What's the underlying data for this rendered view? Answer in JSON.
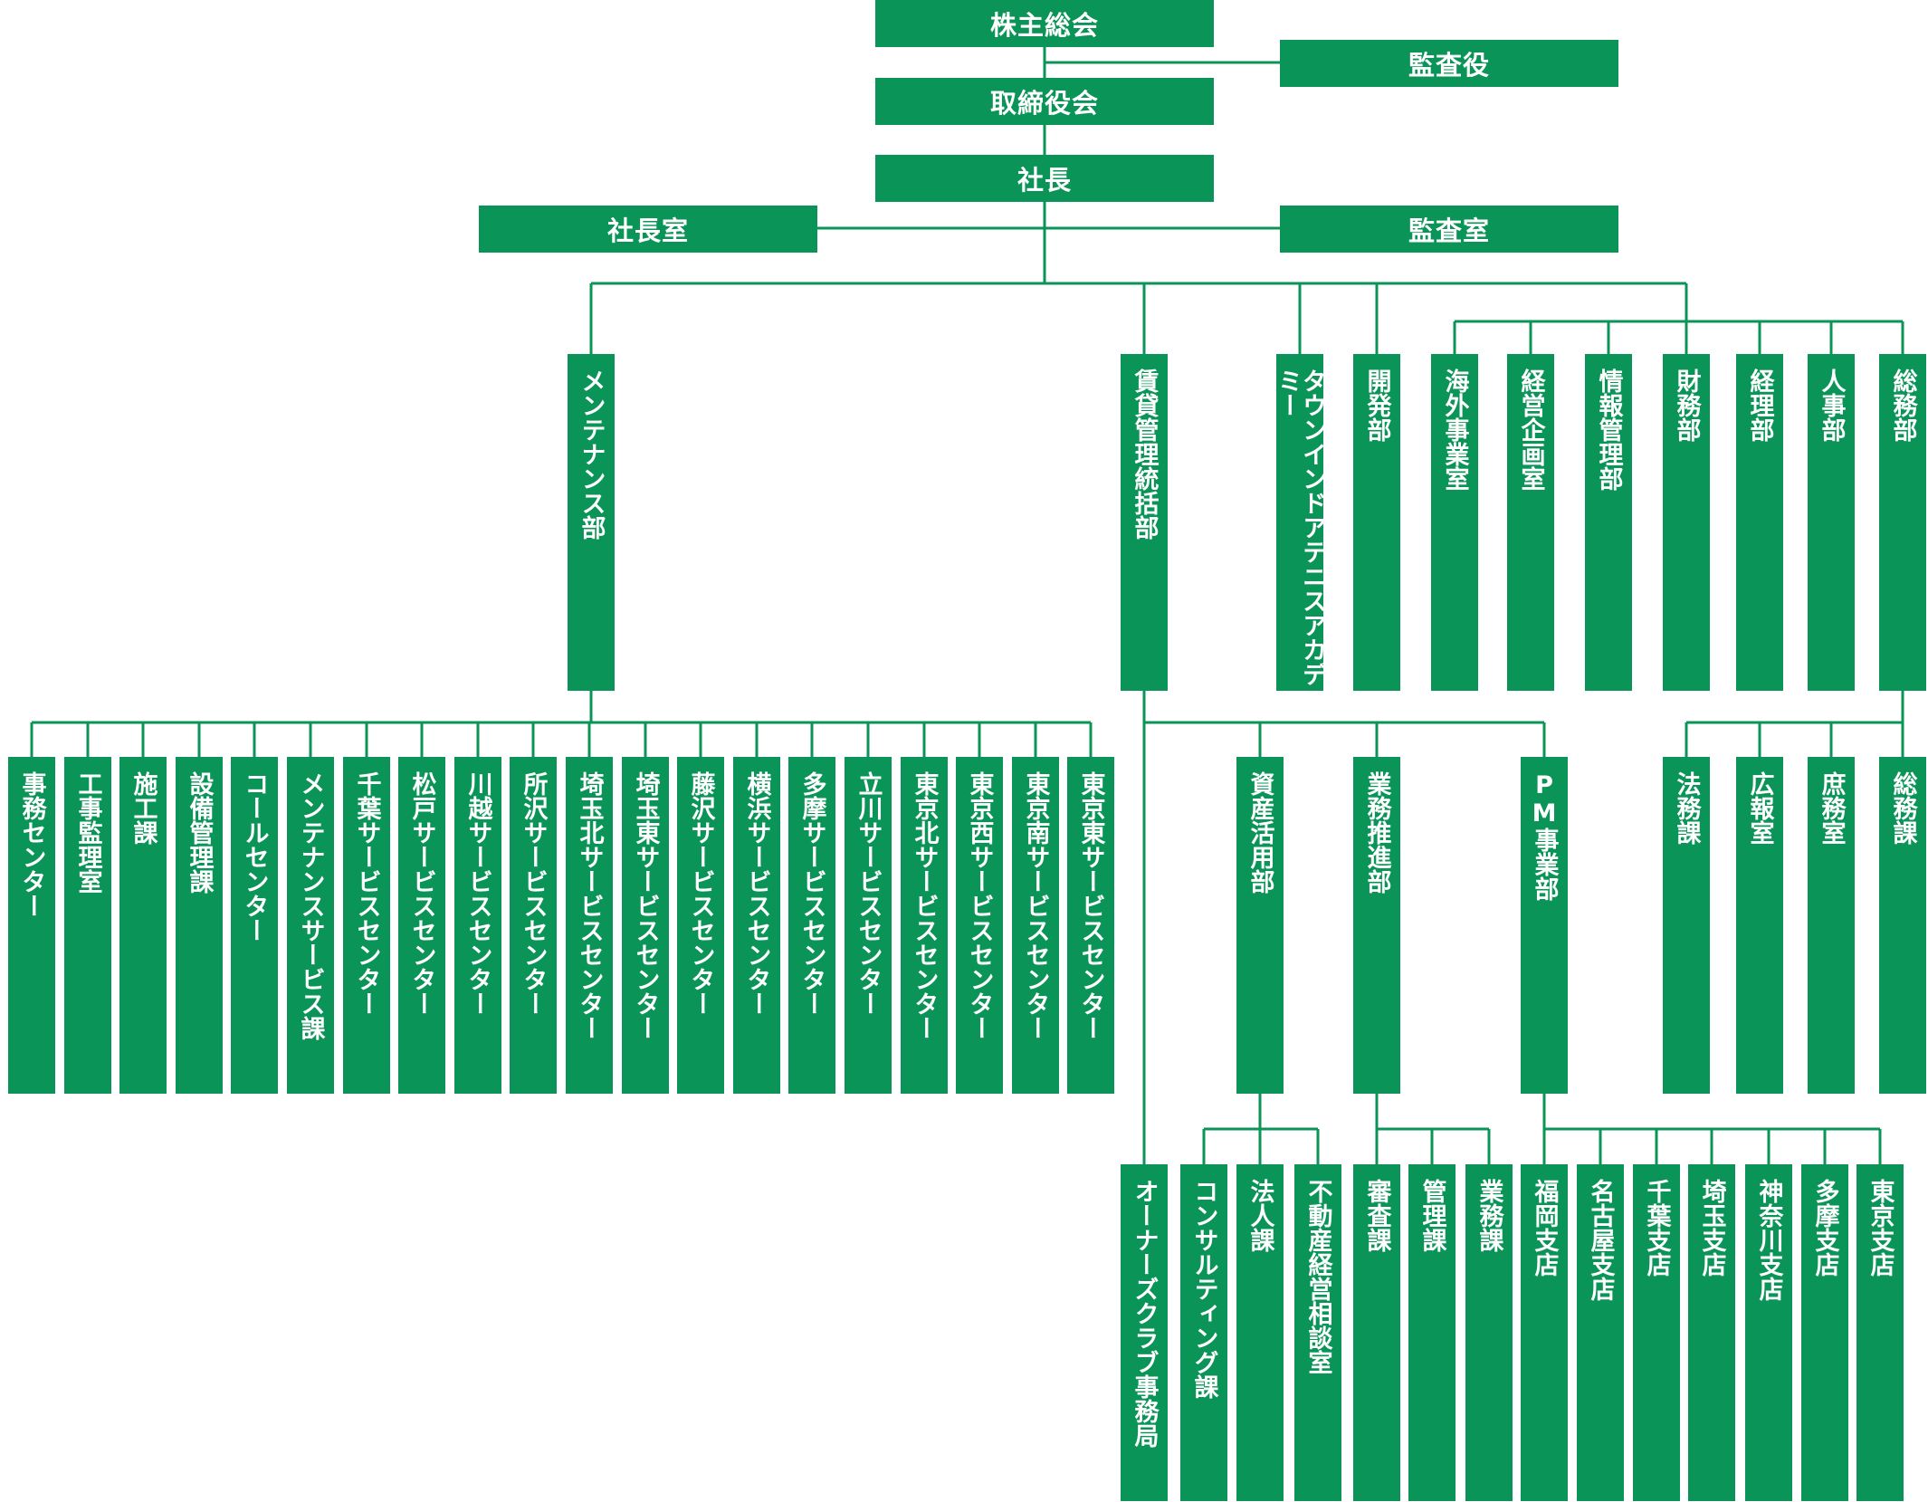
{
  "colors": {
    "box": "#0a9457",
    "line": "#0a9457",
    "text": "#ffffff"
  },
  "nodes": {
    "shareholders": "株主総会",
    "auditor": "監査役",
    "board": "取締役会",
    "president": "社長",
    "president_office": "社長室",
    "audit_office": "監査室",
    "maintenance_dept": "メンテナンス部",
    "rental_dept": "賃貸管理統括部",
    "academy": "タウンインドアテニスアカデミー",
    "development_dept": "開発部",
    "overseas_office": "海外事業室",
    "planning_office": "経営企画室",
    "it_dept": "情報管理部",
    "finance_dept": "財務部",
    "accounting_dept": "経理部",
    "hr_dept": "人事部",
    "general_affairs_dept": "総務部",
    "maintenance_units": [
      "事務センター",
      "工事監理室",
      "施工課",
      "設備管理課",
      "コールセンター",
      "メンテナンスサービス課",
      "千葉サービスセンター",
      "松戸サービスセンター",
      "川越サービスセンター",
      "所沢サービスセンター",
      "埼玉北サービスセンター",
      "埼玉東サービスセンター",
      "藤沢サービスセンター",
      "横浜サービスセンター",
      "多摩サービスセンター",
      "立川サービスセンター",
      "東京北サービスセンター",
      "東京西サービスセンター",
      "東京南サービスセンター",
      "東京東サービスセンター"
    ],
    "asset_dept": "資産活用部",
    "business_dept": "業務推進部",
    "pm_dept": "PM事業部",
    "owners_club": "オーナーズクラブ事務局",
    "asset_units": [
      "コンサルティング課",
      "法人課",
      "不動産経営相談室"
    ],
    "business_units": [
      "審査課",
      "管理課",
      "業務課"
    ],
    "pm_units": [
      "福岡支店",
      "名古屋支店",
      "千葉支店",
      "埼玉支店",
      "神奈川支店",
      "多摩支店",
      "東京支店"
    ],
    "ga_units": [
      "法務課",
      "広報室",
      "庶務室",
      "総務課"
    ]
  }
}
